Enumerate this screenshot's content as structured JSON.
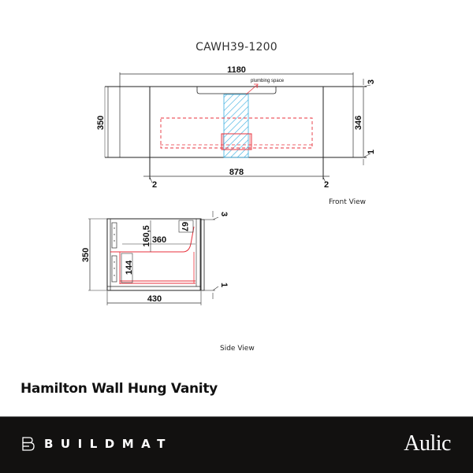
{
  "model_code": "CAWH39-1200",
  "front_view": {
    "label": "Front View",
    "dimensions": {
      "overall_width": "1180",
      "height_left": "350",
      "height_right": "346",
      "inner_width": "878",
      "gap_left": "2",
      "gap_right": "2",
      "top_offset": "3",
      "bottom_offset": "1"
    },
    "annotation": "plumbing space"
  },
  "side_view": {
    "label": "Side View",
    "dimensions": {
      "height": "350",
      "depth": "430",
      "drawer_top": "160,5",
      "drawer_depth": "360",
      "drawer_height": "144",
      "cutout": "67",
      "top_offset": "3",
      "bottom_offset": "1"
    }
  },
  "product_title": "Hamilton Wall Hung Vanity",
  "footer": {
    "brand_left": "BUILDMAT",
    "brand_right": "Aulic"
  },
  "colors": {
    "footer_bg": "#121110",
    "drawer_outline": "#e8323c",
    "plumbing_hatch": "#3aaee0"
  }
}
